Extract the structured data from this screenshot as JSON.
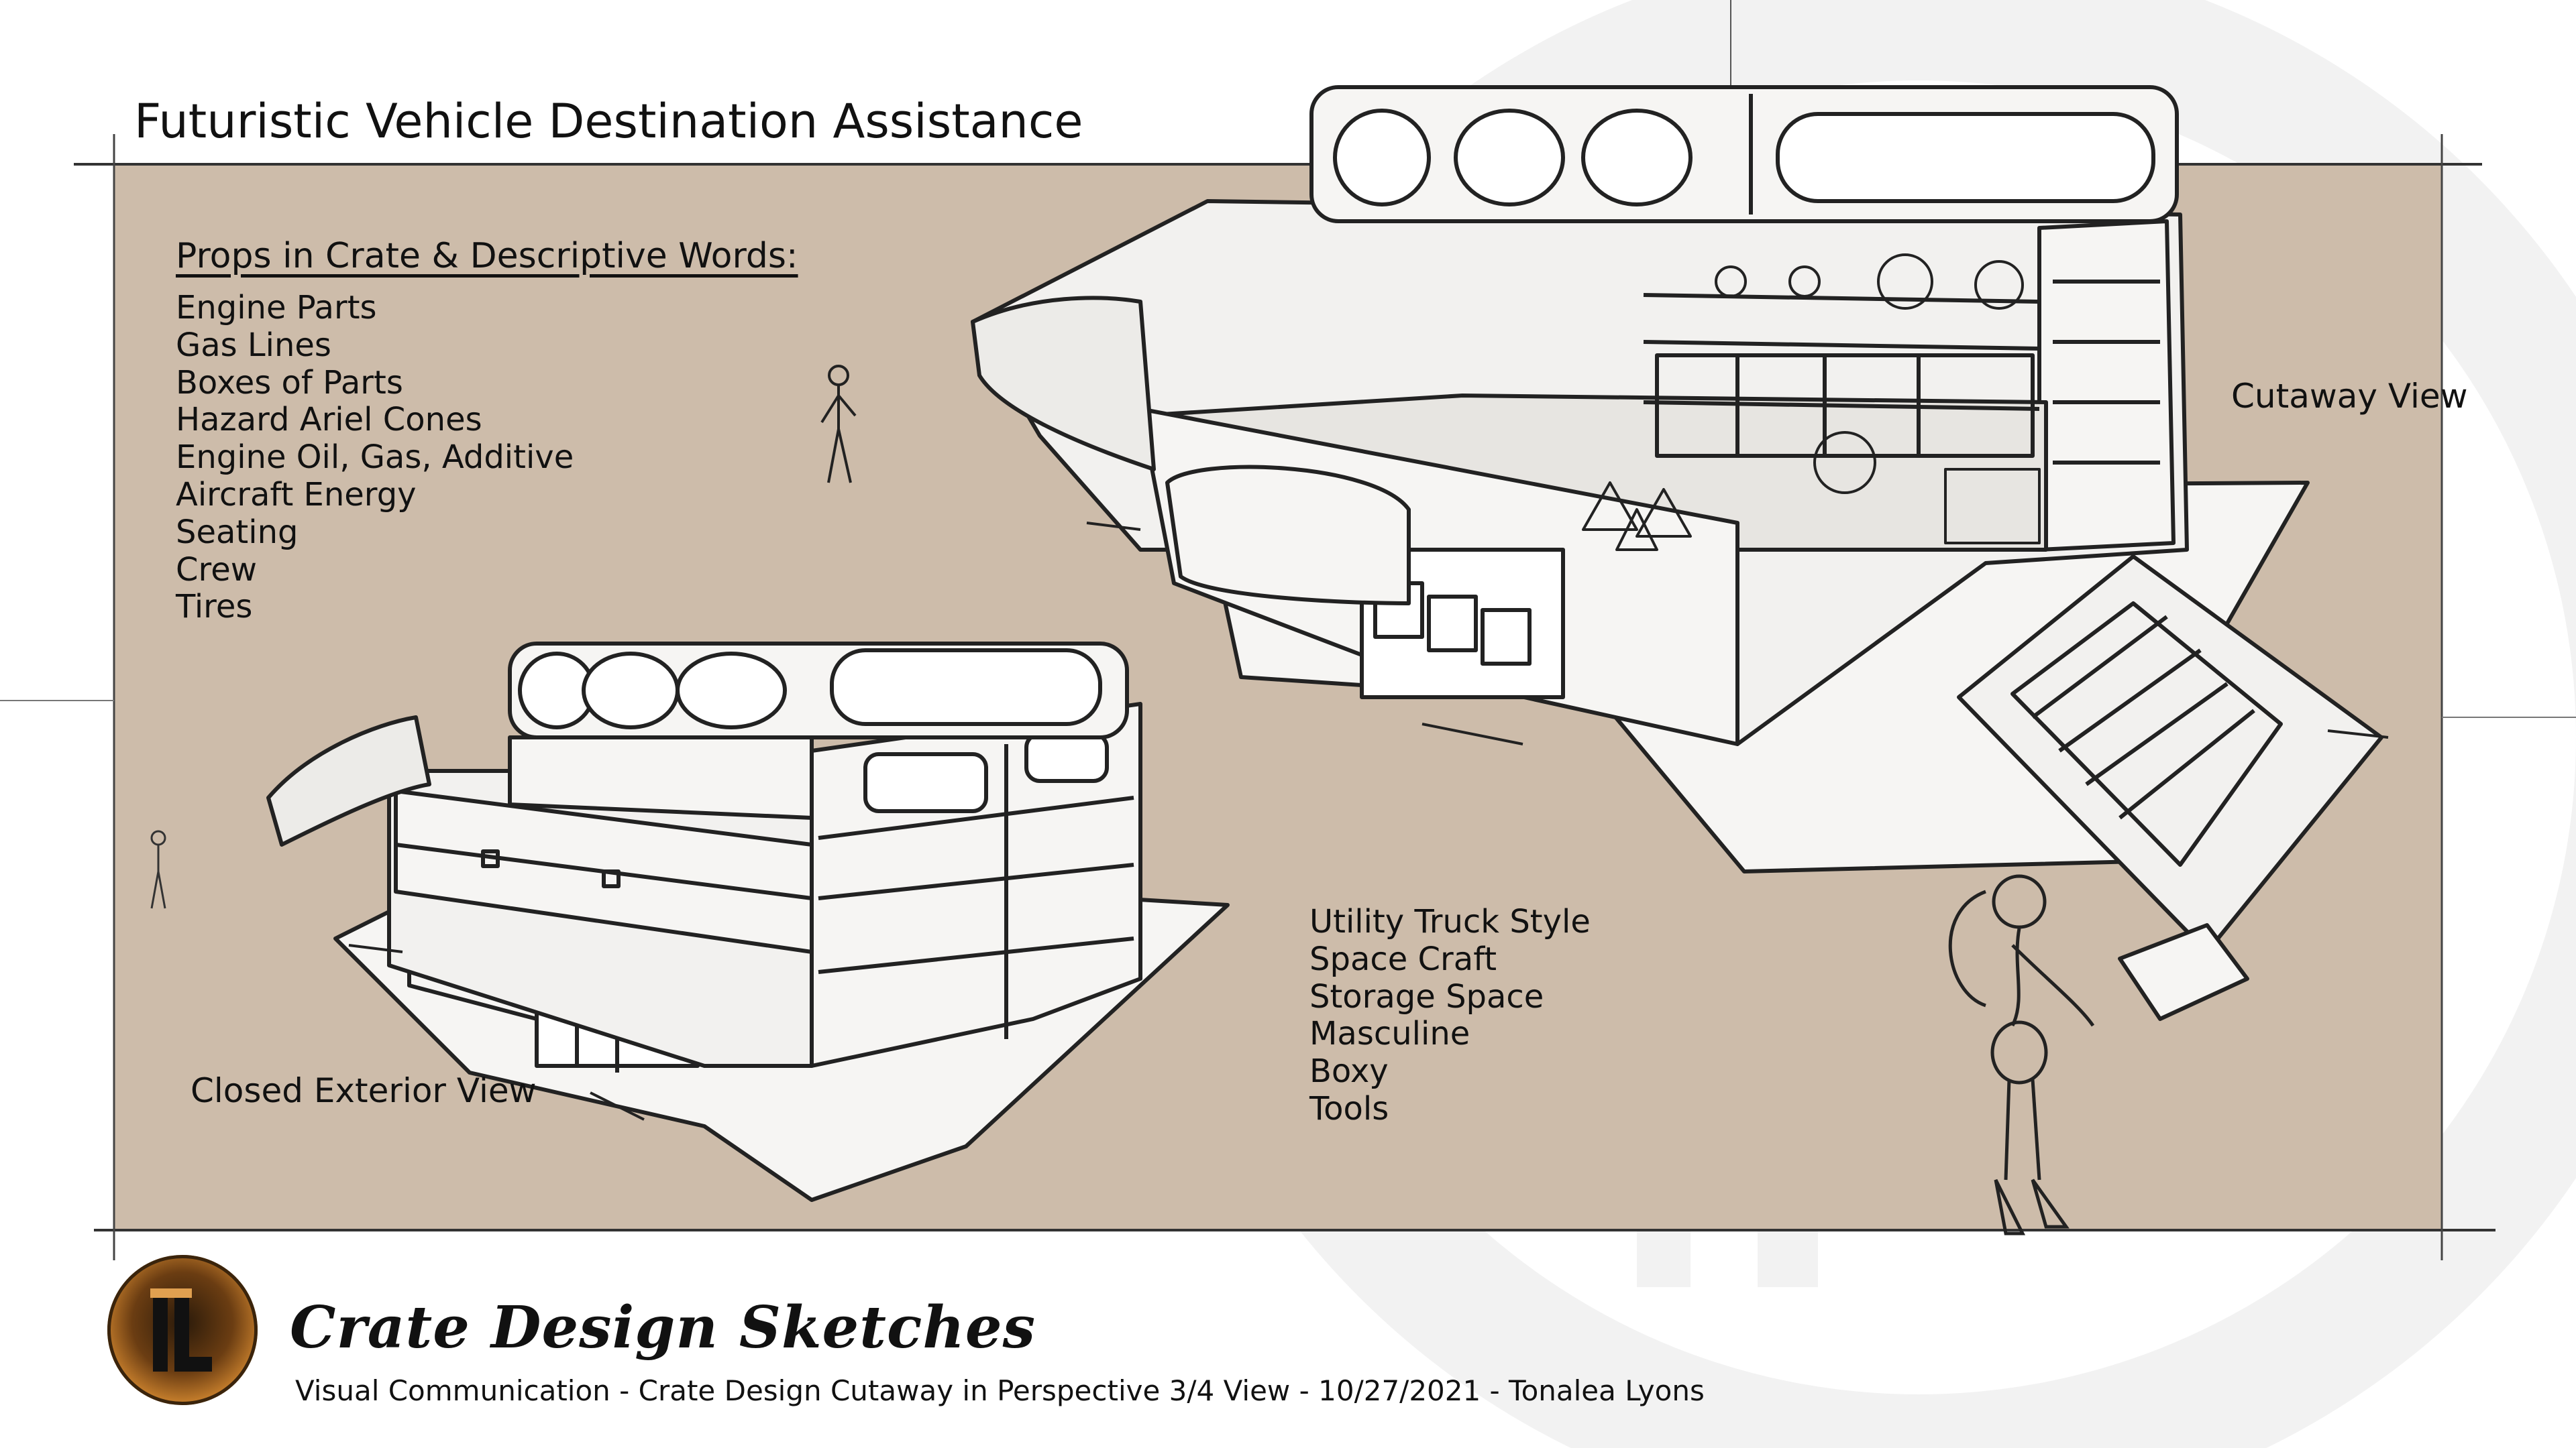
{
  "title": "Futuristic Vehicle Destination Assistance",
  "props": {
    "heading": "Props in Crate & Descriptive Words:",
    "items": [
      "Engine Parts",
      "Gas Lines",
      "Boxes of Parts",
      "Hazard Ariel Cones",
      "Engine Oil, Gas, Additive",
      "Aircraft Energy",
      "Seating",
      "Crew",
      "Tires"
    ]
  },
  "descriptors": [
    "Utility Truck Style",
    "Space Craft",
    "Storage Space",
    "Masculine",
    "Boxy",
    "Tools"
  ],
  "labels": {
    "cutaway": "Cutaway View",
    "exterior": "Closed Exterior View"
  },
  "footer": {
    "brand": "Crate Design Sketches",
    "caption": "Visual Communication - Crate Design Cutaway in Perspective 3/4 View - 10/27/2021 - Tonalea Lyons"
  },
  "colors": {
    "paper": "#cdbcaa",
    "ink": "#111111",
    "watermark": "#e6e6e6",
    "logo_orange": "#c07a2a"
  },
  "icons": {
    "logo": "monogram-logo"
  }
}
